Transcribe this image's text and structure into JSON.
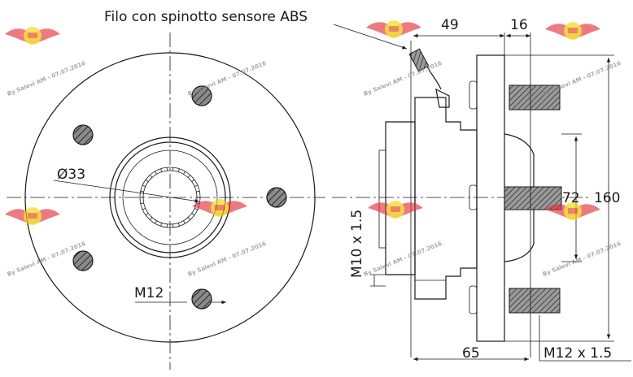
{
  "labels": {
    "sensor_note": "Filo con spinotto sensore ABS",
    "dia_bore": "Ø33",
    "stud_thread_front": "M12",
    "dim_49": "49",
    "dim_16": "16",
    "dim_72": "72",
    "dim_160": "160",
    "dim_m10": "M10 x 1.5",
    "dim_65": "65",
    "dim_m12_side": "M12 x 1.5"
  },
  "watermark": {
    "text": "By Salevi AM - 07.07.2016"
  },
  "colors": {
    "ink": "#1a1a1a",
    "logo_red": "#e0303a",
    "logo_yellow": "#f2d600",
    "stud_fill": "#6e6e6e"
  }
}
